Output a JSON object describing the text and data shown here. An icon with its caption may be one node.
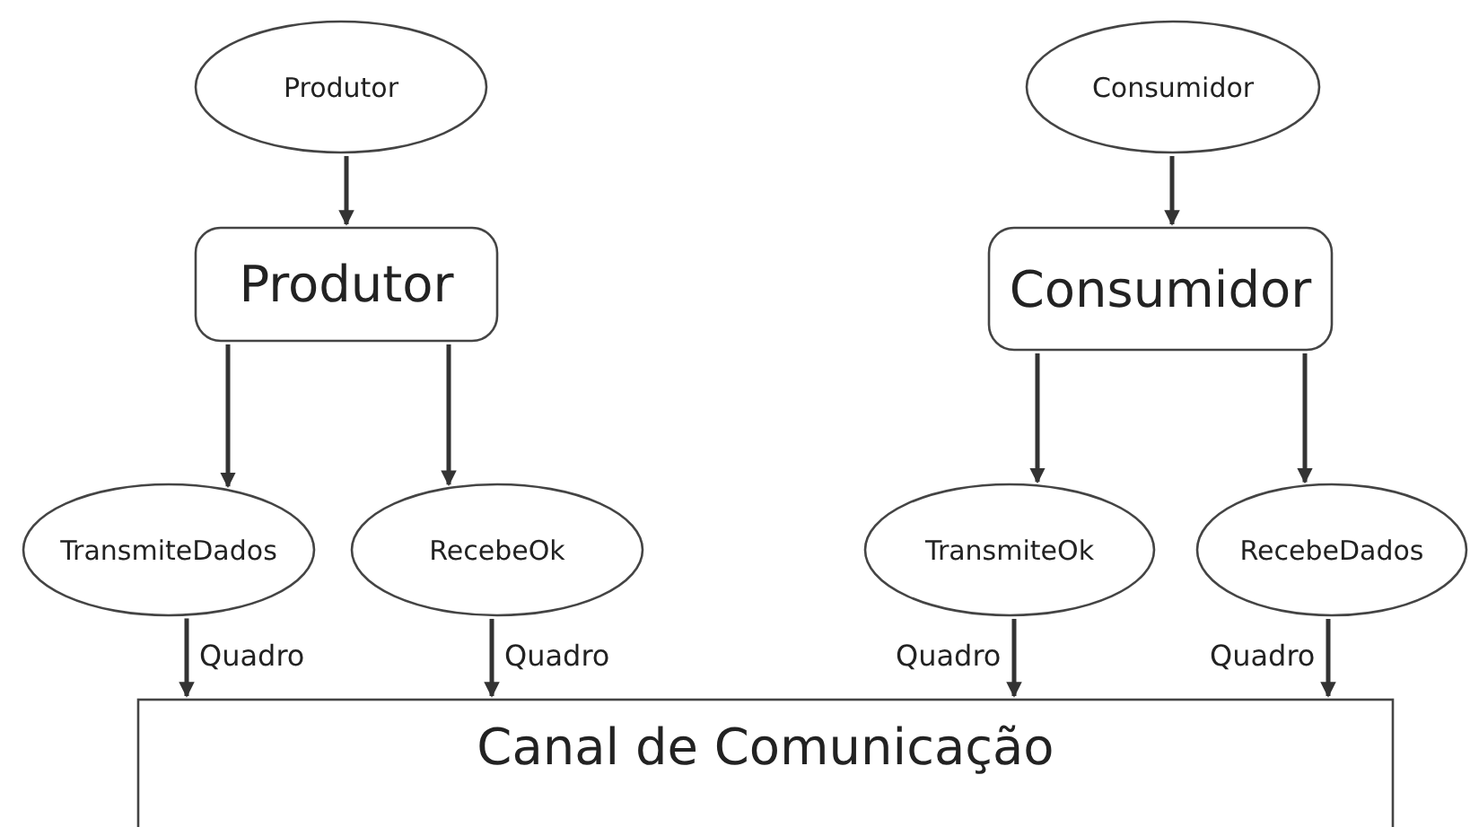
{
  "diagram": {
    "nodes": [
      {
        "text": [
          "Produtor"
        ]
      },
      {
        "text": [
          "Consumidor"
        ]
      },
      {
        "text": [
          "Produtor"
        ]
      },
      {
        "text": [
          "Consumidor"
        ]
      },
      {
        "text": [
          "TransmiteDados"
        ]
      },
      {
        "text": [
          "RecebeOk"
        ]
      },
      {
        "text": [
          "TransmiteOk"
        ]
      },
      {
        "text": [
          "RecebeDados"
        ]
      },
      {
        "text": [
          "Canal de Comunicação"
        ]
      }
    ],
    "edges": [
      {
        "from": 0,
        "to": 2,
        "arrow": "to"
      },
      {
        "from": 1,
        "to": 3,
        "arrow": "to"
      },
      {
        "from": 2,
        "to": 4,
        "arrow": "to"
      },
      {
        "from": 2,
        "to": 5,
        "arrow": "to"
      },
      {
        "from": 3,
        "to": 6,
        "arrow": "to"
      },
      {
        "from": 3,
        "to": 7,
        "arrow": "to"
      },
      {
        "from": 4,
        "to": 8,
        "arrow": "to",
        "label": "Quadro"
      },
      {
        "from": 5,
        "to": 8,
        "arrow": "to",
        "label": "Quadro"
      },
      {
        "from": 6,
        "to": 8,
        "arrow": "to",
        "label": "Quadro"
      },
      {
        "from": 7,
        "to": 8,
        "arrow": "to",
        "label": "Quadro"
      }
    ]
  }
}
